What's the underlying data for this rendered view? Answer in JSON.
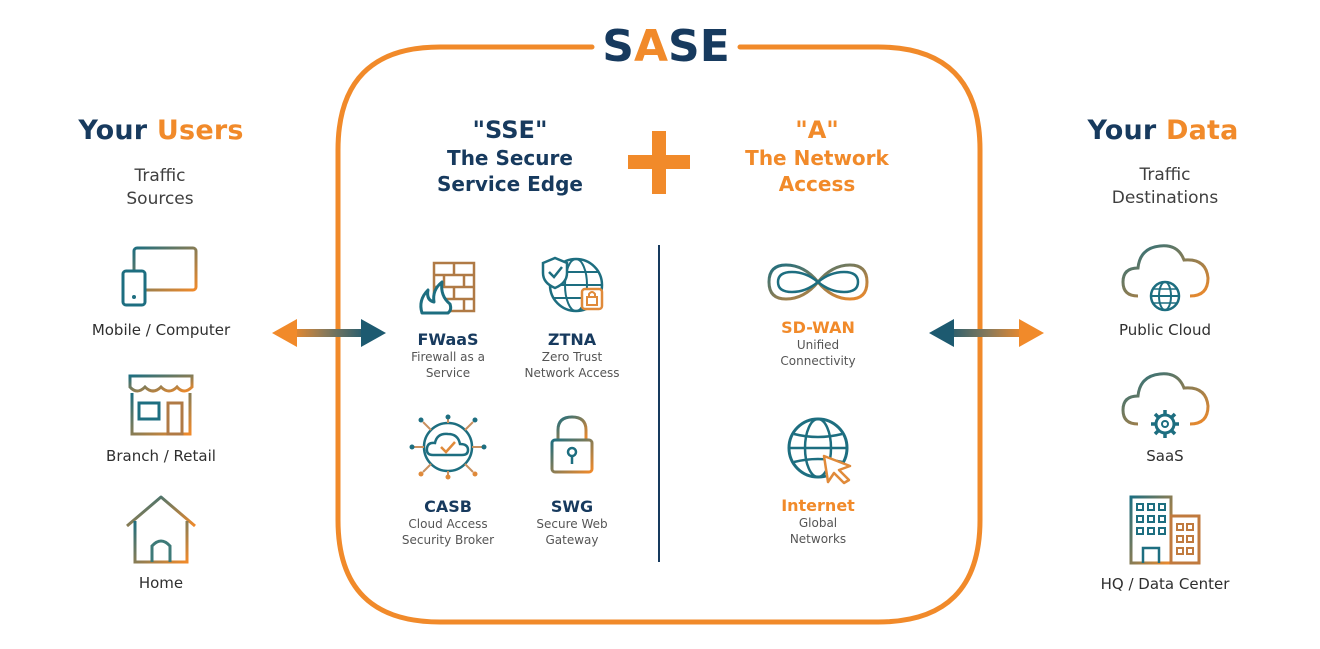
{
  "title": {
    "part1": "S",
    "part2": "A",
    "part3": "SE"
  },
  "users": {
    "title_a": "Your ",
    "title_b": "Users",
    "subtitle_line1": "Traffic",
    "subtitle_line2": "Sources",
    "items": [
      {
        "label": "Mobile / Computer",
        "icon": "mobile-computer-icon"
      },
      {
        "label": "Branch / Retail",
        "icon": "storefront-icon"
      },
      {
        "label": "Home",
        "icon": "house-icon"
      }
    ]
  },
  "data_side": {
    "title_a": "Your ",
    "title_b": "Data",
    "subtitle_line1": "Traffic",
    "subtitle_line2": "Destinations",
    "items": [
      {
        "label": "Public Cloud",
        "icon": "cloud-globe-icon"
      },
      {
        "label": "SaaS",
        "icon": "cloud-gear-icon"
      },
      {
        "label": "HQ / Data Center",
        "icon": "office-building-icon"
      }
    ]
  },
  "sse": {
    "quote": "\"SSE\"",
    "line1": "The Secure",
    "line2": "Service Edge",
    "services": [
      {
        "name": "FWaaS",
        "desc1": "Firewall as a",
        "desc2": "Service",
        "icon": "firewall-icon"
      },
      {
        "name": "ZTNA",
        "desc1": "Zero Trust",
        "desc2": "Network Access",
        "icon": "shield-globe-icon"
      },
      {
        "name": "CASB",
        "desc1": "Cloud Access",
        "desc2": "Security Broker",
        "icon": "cloud-check-icon"
      },
      {
        "name": "SWG",
        "desc1": "Secure Web",
        "desc2": "Gateway",
        "icon": "padlock-icon"
      }
    ]
  },
  "plus_symbol": "plus-icon",
  "access": {
    "quote": "\"A\"",
    "line1": "The Network",
    "line2": "Access",
    "services": [
      {
        "name": "SD-WAN",
        "desc1": "Unified",
        "desc2": "Connectivity",
        "icon": "infinity-network-icon"
      },
      {
        "name": "Internet",
        "desc1": "Global",
        "desc2": "Networks",
        "icon": "globe-cursor-icon"
      }
    ]
  },
  "colors": {
    "navy": "#173a5e",
    "orange": "#f18a2a",
    "teal": "#1d6e80"
  }
}
